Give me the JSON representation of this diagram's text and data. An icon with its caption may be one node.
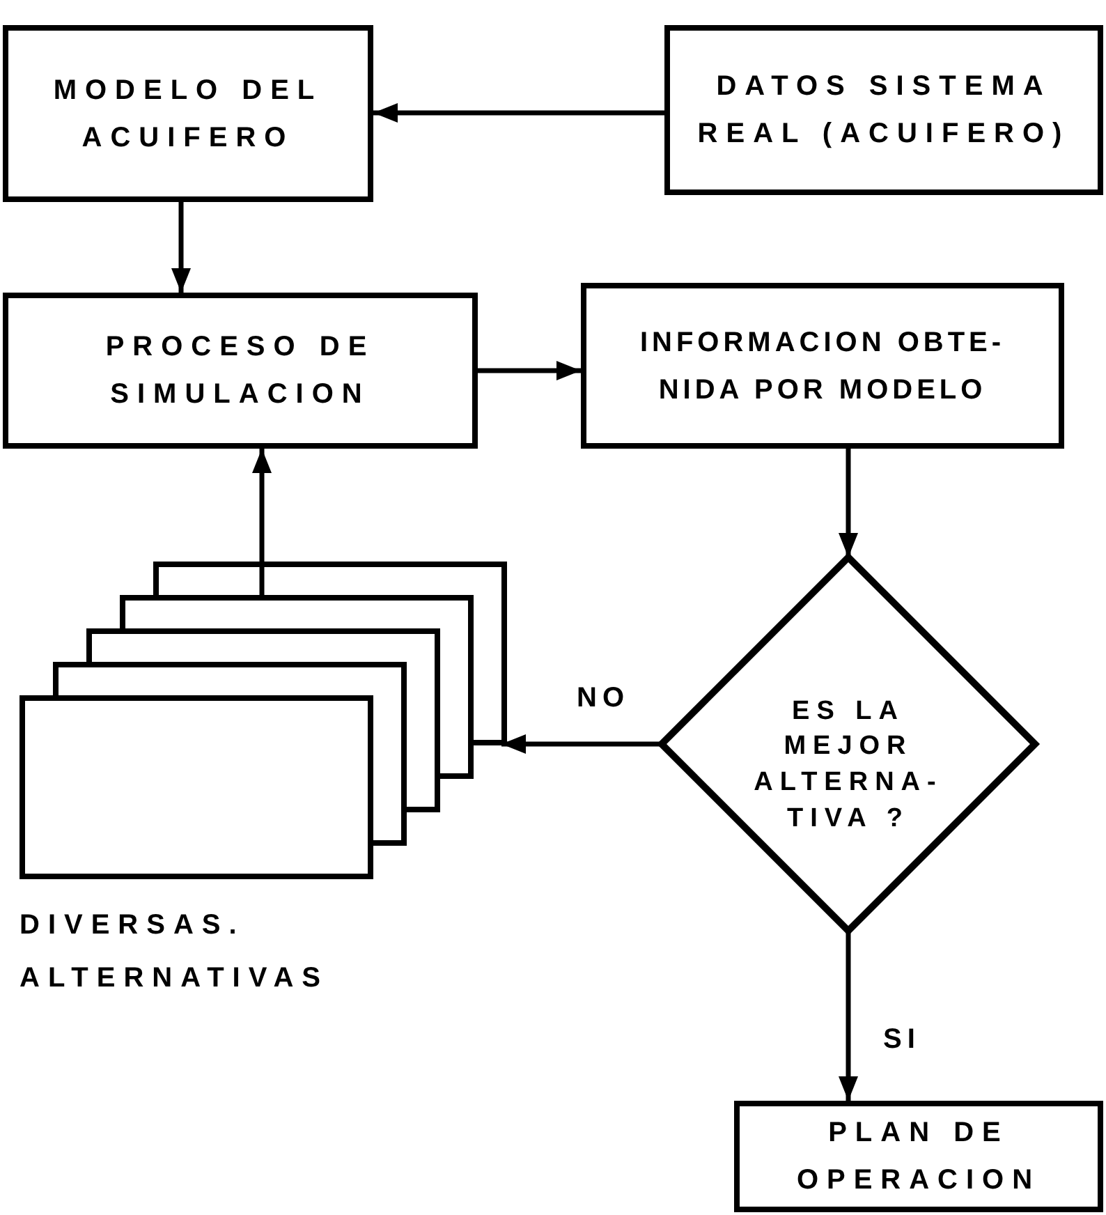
{
  "diagram": {
    "nodes": [
      {
        "text": [
          "MODELO DEL ACUIFERO"
        ]
      },
      {
        "text": [
          "DATOS SISTEMA REAL (ACUIFERO)"
        ]
      },
      {
        "text": [
          "PROCESO DE SIMULACION"
        ]
      },
      {
        "text": [
          "INFORMACION OBTE- NIDA POR MODELO"
        ]
      },
      {
        "text": [],
        "shape": "stack",
        "beside": [
          "DIVERSAS. ALTERNATIVAS"
        ]
      },
      {
        "text": [
          "ES LA MEJOR ALTERNA- TIVA ?"
        ]
      },
      {
        "text": [
          "PLAN DE OPERACION"
        ]
      }
    ],
    "edges": [
      {
        "from": 1,
        "to": 0,
        "arrow": "to"
      },
      {
        "from": 0,
        "to": 2,
        "arrow": "to"
      },
      {
        "from": 2,
        "to": 3,
        "arrow": "to"
      },
      {
        "from": 3,
        "to": 5,
        "arrow": "to"
      },
      {
        "from": 4,
        "to": 2,
        "arrow": "to"
      },
      {
        "from": 5,
        "to": 4,
        "arrow": "to",
        "label": "NO"
      },
      {
        "from": 5,
        "to": 6,
        "arrow": "to",
        "label": "SI"
      }
    ]
  }
}
